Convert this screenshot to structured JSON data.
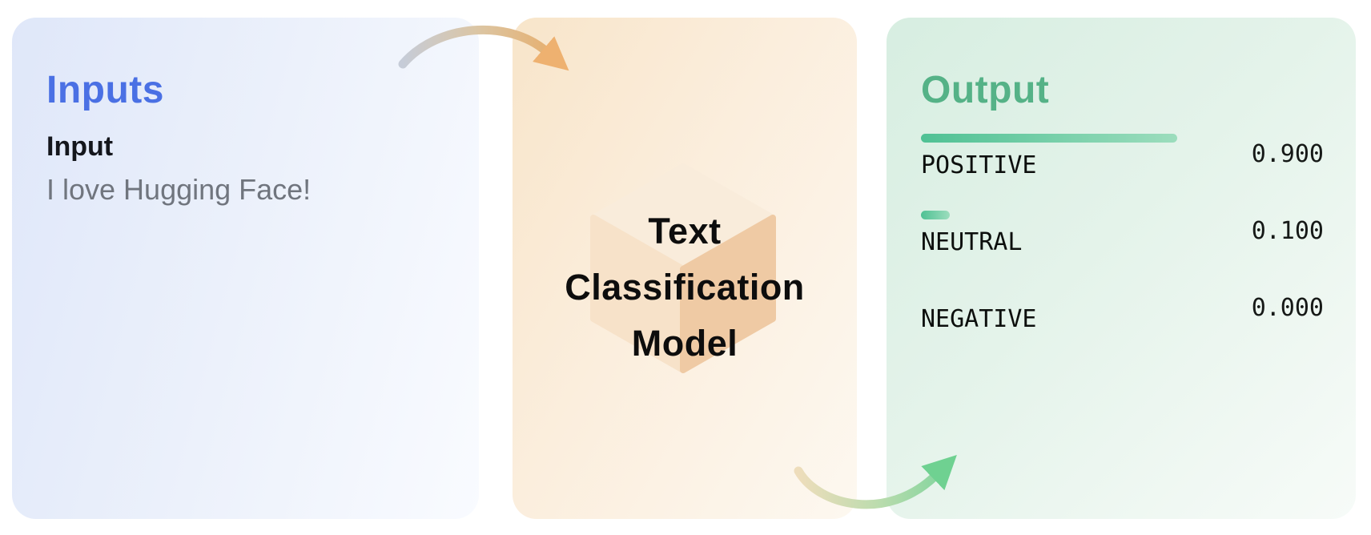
{
  "panels": {
    "inputs": {
      "title": "Inputs",
      "field_label": "Input",
      "field_value": "I love Hugging Face!"
    },
    "model": {
      "line1": "Text",
      "line2": "Classification",
      "line3": "Model"
    },
    "output": {
      "title": "Output",
      "rows": [
        {
          "label": "POSITIVE",
          "value": "0.900",
          "bar_style": "width:90%"
        },
        {
          "label": "NEUTRAL",
          "value": "0.100",
          "bar_style": "width:10%"
        },
        {
          "label": "NEGATIVE",
          "value": "0.000",
          "bar_style": "width:0%"
        }
      ]
    }
  },
  "colors": {
    "inputs_title": "#4a70e4",
    "output_title": "#55b287",
    "bar_gradient_start": "#4fc194",
    "bar_gradient_end": "#9cddbd",
    "input_arrow_head": "#eeb170",
    "output_arrow_head": "#6fd191",
    "cube_top_face": "#f9ecdb",
    "cube_left_face": "#f7e2c9",
    "cube_right_face": "#efcaa4"
  },
  "chart_data": {
    "type": "bar",
    "orientation": "horizontal",
    "title": "Output",
    "categories": [
      "POSITIVE",
      "NEUTRAL",
      "NEGATIVE"
    ],
    "values": [
      0.9,
      0.1,
      0.0
    ],
    "xlim": [
      0,
      1
    ],
    "grid": false,
    "legend": false
  }
}
